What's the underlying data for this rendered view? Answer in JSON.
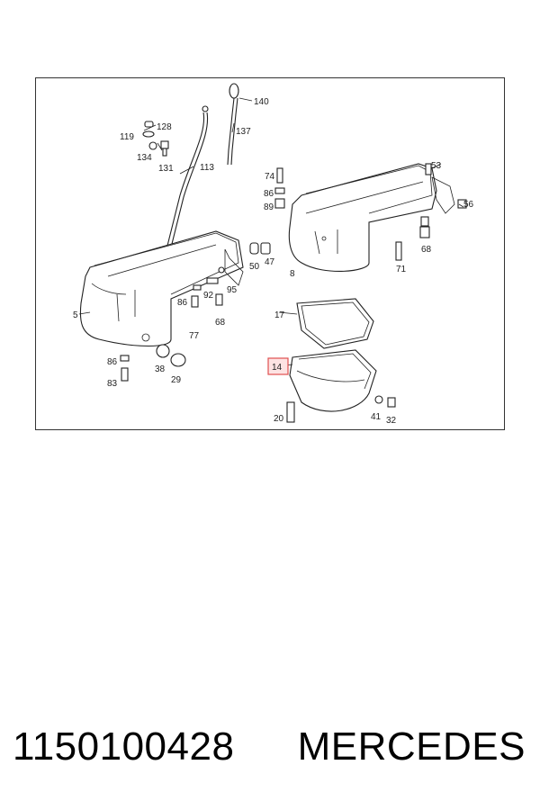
{
  "callouts": [
    {
      "id": "c140",
      "text": "140"
    },
    {
      "id": "c137",
      "text": "137"
    },
    {
      "id": "c128",
      "text": "128"
    },
    {
      "id": "c119",
      "text": "119"
    },
    {
      "id": "c134",
      "text": "134"
    },
    {
      "id": "c131",
      "text": "131"
    },
    {
      "id": "c113",
      "text": "113"
    },
    {
      "id": "c74",
      "text": "74"
    },
    {
      "id": "c86a",
      "text": "86"
    },
    {
      "id": "c89",
      "text": "89"
    },
    {
      "id": "c53",
      "text": "53"
    },
    {
      "id": "c56",
      "text": "56"
    },
    {
      "id": "c68a",
      "text": "68"
    },
    {
      "id": "c71",
      "text": "71"
    },
    {
      "id": "c8",
      "text": "8"
    },
    {
      "id": "c47",
      "text": "47"
    },
    {
      "id": "c50",
      "text": "50"
    },
    {
      "id": "c95",
      "text": "95"
    },
    {
      "id": "c92",
      "text": "92"
    },
    {
      "id": "c86b",
      "text": "86"
    },
    {
      "id": "c68b",
      "text": "68"
    },
    {
      "id": "c77",
      "text": "77"
    },
    {
      "id": "c5",
      "text": "5"
    },
    {
      "id": "c86c",
      "text": "86"
    },
    {
      "id": "c83",
      "text": "83"
    },
    {
      "id": "c38",
      "text": "38"
    },
    {
      "id": "c29",
      "text": "29"
    },
    {
      "id": "c17",
      "text": "17"
    },
    {
      "id": "c14",
      "text": "14"
    },
    {
      "id": "c20",
      "text": "20"
    },
    {
      "id": "c41",
      "text": "41"
    },
    {
      "id": "c32",
      "text": "32"
    }
  ],
  "highlight_callout": "14",
  "colors": {
    "highlight_border": "#e05050",
    "highlight_fill": "#fde3e3",
    "line": "#222222"
  },
  "caption": {
    "part_number": "1150100428",
    "brand": "MERCEDES"
  }
}
